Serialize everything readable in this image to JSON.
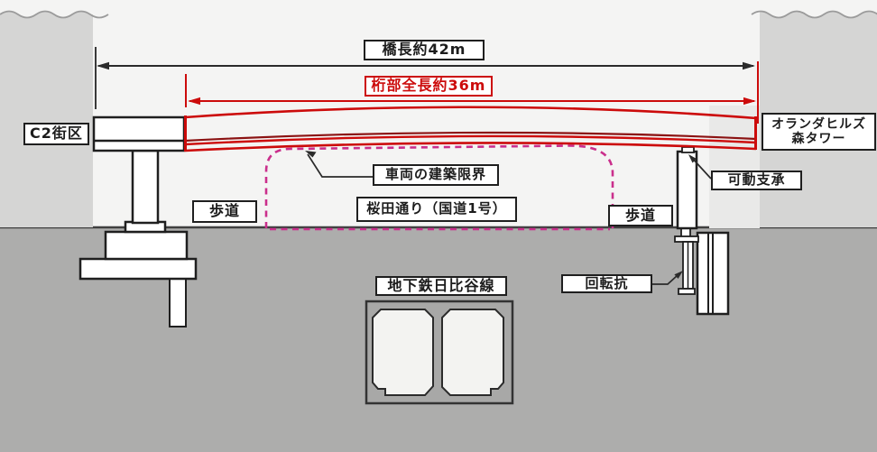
{
  "diagram": {
    "dimensions": {
      "bridge_length": "橋長約42m",
      "girder_length": "桁部全長約36m"
    },
    "buildings": {
      "left_block": "C2街区",
      "right_tower_line1": "オランダヒルズ",
      "right_tower_line2": "森タワー"
    },
    "road": {
      "name": "桜田通り（国道1号）",
      "sidewalk_left": "歩道",
      "sidewalk_right": "歩道",
      "vehicle_clearance": "車両の建築限界"
    },
    "structure": {
      "movable_bearing": "可動支承",
      "rotary_pile": "回転抗"
    },
    "underground": {
      "subway_line": "地下鉄日比谷線"
    },
    "colors": {
      "dimension_black": "#2b2b2b",
      "girder_red": "#cc0b0b",
      "girder_dark_red": "#8b1212",
      "clearance_magenta": "#ca2f8c",
      "wall_gray": "#d5d5d4",
      "plaza_gray": "#e9e9e8",
      "ground_gray": "#adadac"
    }
  }
}
